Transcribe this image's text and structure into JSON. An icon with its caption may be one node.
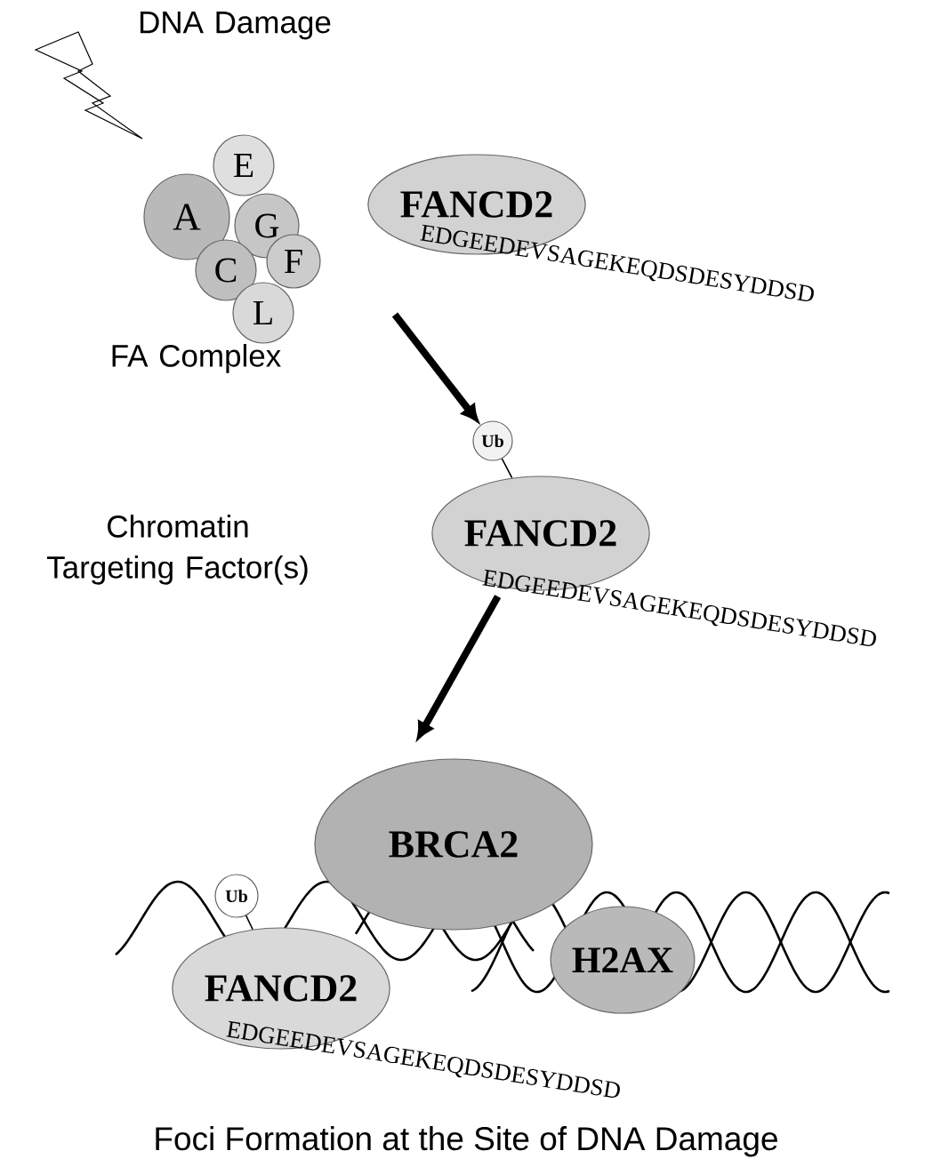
{
  "diagram": {
    "caption": "Foci Formation at the Site of DNA Damage",
    "nodes": [
      {
        "text": [
          "E"
        ]
      },
      {
        "text": [
          "A"
        ]
      },
      {
        "text": [
          "G"
        ]
      },
      {
        "text": [
          "C"
        ]
      },
      {
        "text": [
          "F"
        ]
      },
      {
        "text": [
          "L"
        ]
      },
      {
        "text": [
          "FANCD2"
        ],
        "beside": [
          "EDGEEDEVSAGEKEQDSDESYDDSD"
        ]
      },
      {
        "text": [
          "Ub"
        ]
      },
      {
        "text": [
          "FANCD2"
        ],
        "beside": [
          "EDGEEDEVSAGEKEQDSDESYDDSD"
        ]
      },
      {
        "text": [
          "Ub"
        ]
      },
      {
        "text": [
          "FANCD2"
        ],
        "beside": [
          "EDGEEDEVSAGEKEQDSDESYDDSD"
        ]
      },
      {
        "text": [
          "BRCA2"
        ]
      },
      {
        "text": [
          "H2AX"
        ]
      }
    ],
    "edges": [
      {
        "from": null,
        "to": 7,
        "arrow": "to",
        "style": "thick"
      },
      {
        "from": 8,
        "to": 11,
        "arrow": "to",
        "style": "thick"
      },
      {
        "from": 7,
        "to": 8,
        "arrow": "none"
      },
      {
        "from": 9,
        "to": 10,
        "arrow": "none"
      }
    ],
    "labels": [
      "DNA Damage",
      "FA Complex",
      "Chromatin Targeting Factor(s)"
    ]
  }
}
